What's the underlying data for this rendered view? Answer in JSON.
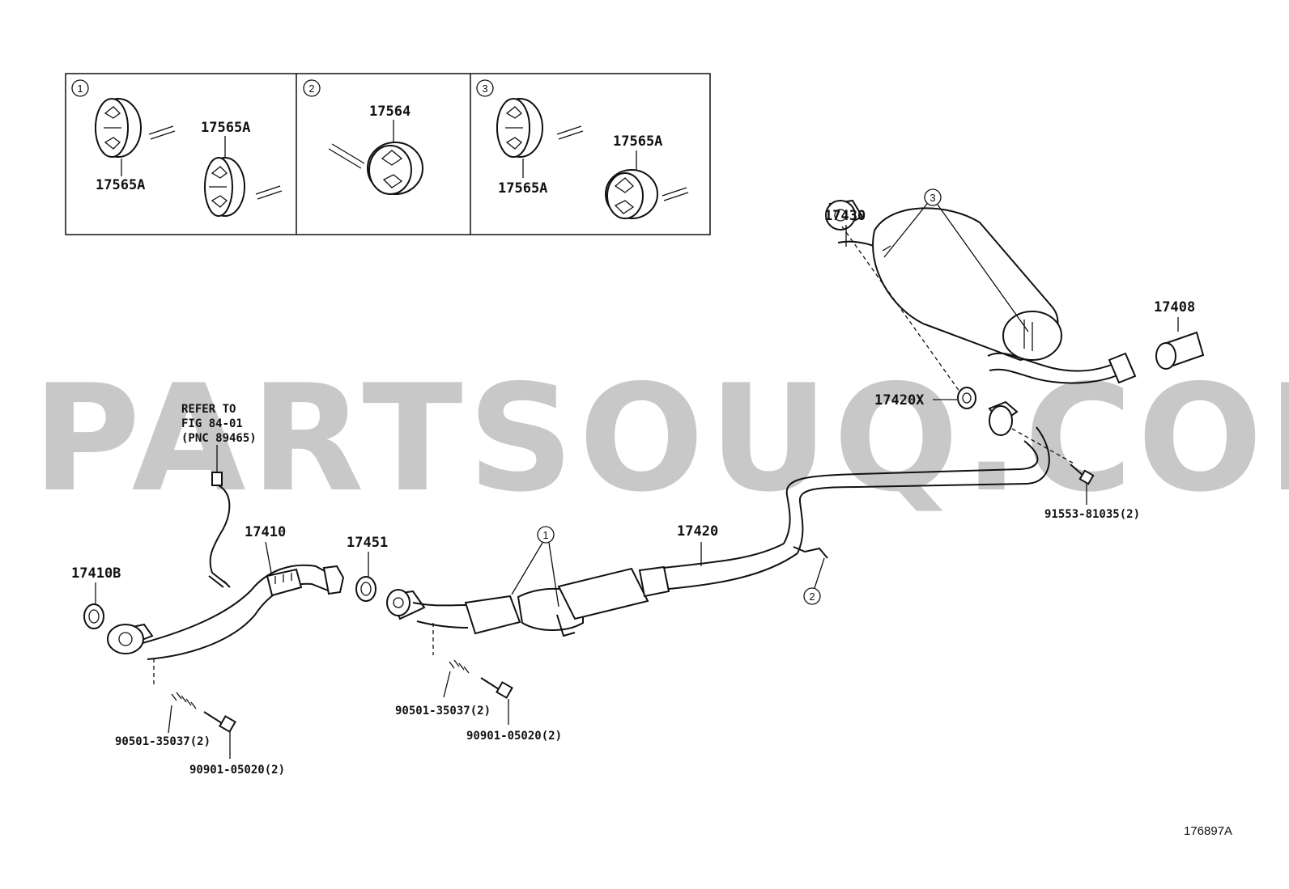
{
  "diagram": {
    "watermark": "PARTSOUQ.COM",
    "figure_code": "176897A",
    "inset_boxes": [
      {
        "index": "1",
        "labels": [
          "17565A",
          "17565A"
        ]
      },
      {
        "index": "2",
        "labels": [
          "17564"
        ]
      },
      {
        "index": "3",
        "labels": [
          "17565A",
          "17565A"
        ]
      }
    ],
    "refer_note": [
      "REFER TO",
      "FIG 84-01",
      "(PNC 89465)"
    ],
    "parts": {
      "p17410": "17410",
      "p17410b": "17410B",
      "p17451": "17451",
      "p17420": "17420",
      "p17430": "17430",
      "p17408": "17408",
      "p17420x": "17420X",
      "p91553": "91553-81035(2)",
      "p90501_left": "90501-35037(2)",
      "p90901_left": "90901-05020(2)",
      "p90501_mid": "90501-35037(2)",
      "p90901_mid": "90901-05020(2)"
    },
    "callouts": {
      "c1": "1",
      "c2": "2",
      "c3": "3"
    }
  }
}
